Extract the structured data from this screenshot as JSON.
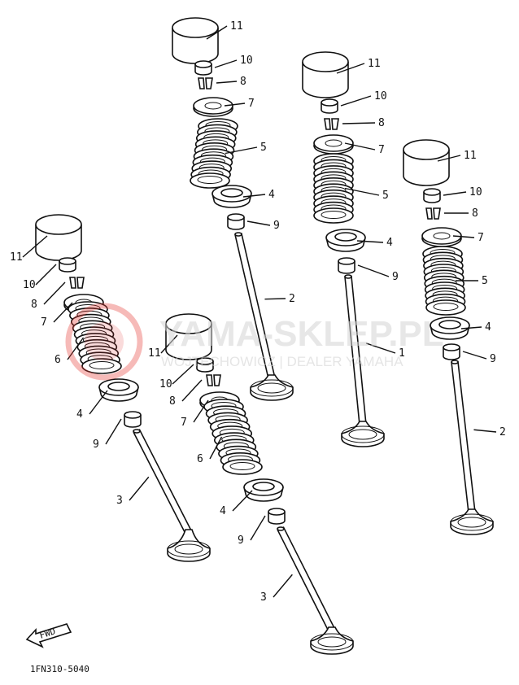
{
  "diagram": {
    "drawing_code": "1FN310-5040",
    "fwd_label": "FWD",
    "watermark": {
      "main": "YAMA-SKLEP.PL",
      "sub": "WOJTECHOWICZ | DEALER YAMAHA",
      "logo_color": "#e53935"
    },
    "assemblies": [
      {
        "id": "intake-left",
        "parts": [
          {
            "name": "cover",
            "label": "11"
          },
          {
            "name": "shim",
            "label": "10"
          },
          {
            "name": "cotter",
            "label": "8"
          },
          {
            "name": "retainer",
            "label": "7"
          },
          {
            "name": "spring",
            "label": "5"
          },
          {
            "name": "seat",
            "label": "4"
          },
          {
            "name": "seal",
            "label": "9"
          },
          {
            "name": "valve",
            "label": "2"
          }
        ]
      },
      {
        "id": "intake-mid",
        "parts": [
          {
            "name": "cover",
            "label": "11"
          },
          {
            "name": "shim",
            "label": "10"
          },
          {
            "name": "cotter",
            "label": "8"
          },
          {
            "name": "retainer",
            "label": "7"
          },
          {
            "name": "spring",
            "label": "5"
          },
          {
            "name": "seat",
            "label": "4"
          },
          {
            "name": "seal",
            "label": "9"
          },
          {
            "name": "valve",
            "label": "1"
          }
        ]
      },
      {
        "id": "intake-right",
        "parts": [
          {
            "name": "cover",
            "label": "11"
          },
          {
            "name": "shim",
            "label": "10"
          },
          {
            "name": "cotter",
            "label": "8"
          },
          {
            "name": "retainer",
            "label": "7"
          },
          {
            "name": "spring",
            "label": "5"
          },
          {
            "name": "seat",
            "label": "4"
          },
          {
            "name": "seal",
            "label": "9"
          },
          {
            "name": "valve",
            "label": "2"
          }
        ]
      },
      {
        "id": "exhaust-left",
        "parts": [
          {
            "name": "cover",
            "label": "11"
          },
          {
            "name": "shim",
            "label": "10"
          },
          {
            "name": "cotter",
            "label": "8"
          },
          {
            "name": "retainer",
            "label": "7"
          },
          {
            "name": "spring",
            "label": "6"
          },
          {
            "name": "seat",
            "label": "4"
          },
          {
            "name": "seal",
            "label": "9"
          },
          {
            "name": "valve",
            "label": "3"
          }
        ]
      },
      {
        "id": "exhaust-right",
        "parts": [
          {
            "name": "cover",
            "label": "11"
          },
          {
            "name": "shim",
            "label": "10"
          },
          {
            "name": "cotter",
            "label": "8"
          },
          {
            "name": "retainer",
            "label": "7"
          },
          {
            "name": "spring",
            "label": "6"
          },
          {
            "name": "seat",
            "label": "4"
          },
          {
            "name": "seal",
            "label": "9"
          },
          {
            "name": "valve",
            "label": "3"
          }
        ]
      }
    ]
  }
}
